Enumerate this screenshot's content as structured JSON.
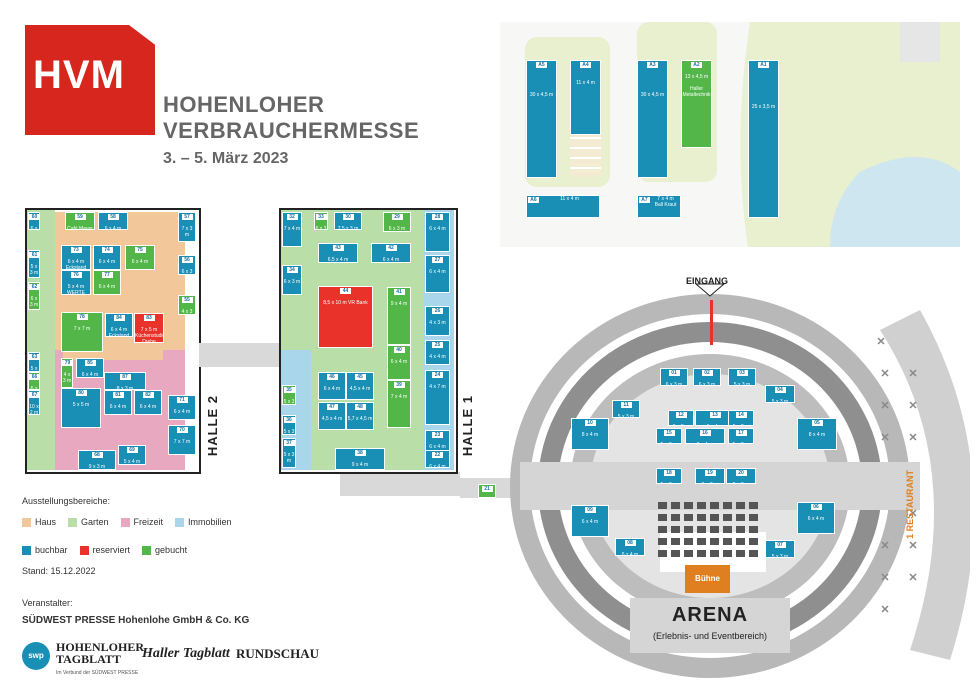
{
  "header": {
    "logo": "HVM",
    "title_line1": "HOHENLOHER",
    "title_line2": "VERBRAUCHERMESSE",
    "dates": "3. – 5. März 2023"
  },
  "halls": {
    "hall2": "HALLE 2",
    "hall1": "HALLE 1"
  },
  "entrance": "EINGANG",
  "restaurant": "1 RESTAURANT",
  "arena": {
    "title": "ARENA",
    "subtitle": "(Erlebnis- und Eventbereich)",
    "stage": "Bühne"
  },
  "legend": {
    "areas_title": "Ausstellungsbereiche:",
    "areas": [
      {
        "label": "Haus",
        "color": "#f2c79a"
      },
      {
        "label": "Garten",
        "color": "#b9dea8"
      },
      {
        "label": "Freizeit",
        "color": "#e7a8c0"
      },
      {
        "label": "Immobilien",
        "color": "#a9d6ea"
      }
    ],
    "status": [
      {
        "label": "buchbar",
        "color": "#1a8fb5"
      },
      {
        "label": "reserviert",
        "color": "#e8322a"
      },
      {
        "label": "gebucht",
        "color": "#52b748"
      }
    ],
    "stand": "Stand: 15.12.2022"
  },
  "organizer": {
    "title": "Veranstalter:",
    "name": "SÜDWEST PRESSE Hohenlohe GmbH & Co. KG"
  },
  "partners": {
    "swp": "swp",
    "tagblatt1": "HOHENLOHER",
    "tagblatt2": "TAGBLATT",
    "tagblatt_sub": "Im Verbund der SÜDWEST PRESSE",
    "haller": "Haller Tagblatt",
    "rundschau": "RUNDSCHAU"
  },
  "outdoor": {
    "A5": {
      "n": "A5",
      "t": "30 x 4,5 m"
    },
    "A4": {
      "n": "A4",
      "t": "11 x 4 m"
    },
    "A3": {
      "n": "A3",
      "t": "30 x 4,5 m"
    },
    "A2": {
      "n": "A2",
      "t": "13 x 4,5 m"
    },
    "A2b": {
      "t": "Haller Metaltechnik"
    },
    "A1": {
      "n": "A1",
      "t": "25 x 3,5 m"
    },
    "A6": {
      "n": "A6",
      "t": "11 x 4 m"
    },
    "A7": {
      "n": "A7",
      "t": "7 x 4 m"
    },
    "A7b": {
      "t": "Ball Kraut"
    }
  },
  "hall2_booths": [
    {
      "n": "60",
      "t": "6 x 5 m"
    },
    {
      "n": "59",
      "t": "Café Meyer"
    },
    {
      "n": "58",
      "t": "6 x 4 m Absatz"
    },
    {
      "n": "57",
      "t": "7 x 3 m"
    },
    {
      "n": "61",
      "t": "5 x 3 m"
    },
    {
      "n": "73",
      "t": "6 x 4 m Eckstand"
    },
    {
      "n": "74",
      "t": "6 x 4 m"
    },
    {
      "n": "75",
      "t": "6 x 4 m"
    },
    {
      "n": "56",
      "t": "6 x 3 m"
    },
    {
      "n": "62",
      "t": "6 x 3 m"
    },
    {
      "n": "76",
      "t": "5 x 4 m WERTE"
    },
    {
      "n": "77",
      "t": "6 x 4 m"
    },
    {
      "n": "55",
      "t": "4 x 3 m"
    },
    {
      "n": "78",
      "t": "7 x 7 m"
    },
    {
      "n": "84",
      "t": "6 x 4 m Eckstand"
    },
    {
      "n": "83",
      "t": "7 x 5 m Küchenstudio Drehe"
    },
    {
      "n": "63",
      "t": "5 x 3 m"
    },
    {
      "n": "66",
      "t": "6 x 4 m"
    },
    {
      "n": "79",
      "t": "4 x 3 m"
    },
    {
      "n": "85",
      "t": "6 x 4 m"
    },
    {
      "n": "87",
      "t": "8 x 3 m"
    },
    {
      "n": "67",
      "t": "10 x 2 m"
    },
    {
      "n": "80",
      "t": "5 x 5 m"
    },
    {
      "n": "81",
      "t": "6 x 4 m"
    },
    {
      "n": "82",
      "t": "6 x 4 m"
    },
    {
      "n": "71",
      "t": "6 x 4 m"
    },
    {
      "n": "70",
      "t": "7 x 7 m"
    },
    {
      "n": "69",
      "t": "5 x 4 m"
    },
    {
      "n": "68",
      "t": "9 x 3 m"
    }
  ],
  "hall1_booths": [
    {
      "n": "32",
      "t": "7 x 4 m"
    },
    {
      "n": "33",
      "t": "6 x 3 m"
    },
    {
      "n": "30",
      "t": "7,5 x 3 m"
    },
    {
      "n": "29",
      "t": "6 x 3 m"
    },
    {
      "n": "28",
      "t": "6 x 4 m"
    },
    {
      "n": "34",
      "t": "6 x 3 m"
    },
    {
      "n": "43",
      "t": "6,5 x 4 m"
    },
    {
      "n": "42",
      "t": "6 x 4 m"
    },
    {
      "n": "27",
      "t": "6 x 4 m"
    },
    {
      "n": "44",
      "t": "8,5 x 10 m VR Bank"
    },
    {
      "n": "41",
      "t": "9 x 4 m"
    },
    {
      "n": "26",
      "t": "4 x 3 m"
    },
    {
      "n": "40",
      "t": "6 x 4 m"
    },
    {
      "n": "25",
      "t": "4 x 4 m"
    },
    {
      "n": "35",
      "t": "5 x 3 m"
    },
    {
      "n": "46",
      "t": "6 x 4 m"
    },
    {
      "n": "45",
      "t": "4,5 x 4 m"
    },
    {
      "n": "39",
      "t": "7 x 4 m"
    },
    {
      "n": "24",
      "t": "4 x 7 m"
    },
    {
      "n": "36",
      "t": "5 x 3 m"
    },
    {
      "n": "47",
      "t": "4,5 x 4 m"
    },
    {
      "n": "48",
      "t": "5,7 x 4,5 m"
    },
    {
      "n": "23",
      "t": "6 x 4 m"
    },
    {
      "n": "37",
      "t": "5 x 3 m"
    },
    {
      "n": "38",
      "t": "9 x 4 m"
    },
    {
      "n": "22",
      "t": "6 x 4 m"
    }
  ],
  "arena_booths": [
    {
      "n": "01",
      "t": "6 x 3 m"
    },
    {
      "n": "02",
      "t": "6 x 3 m"
    },
    {
      "n": "03",
      "t": "5 x 3 m"
    },
    {
      "n": "04",
      "t": "5 x 3 m"
    },
    {
      "n": "05",
      "t": "8 x 4 m"
    },
    {
      "n": "06",
      "t": "6 x 4 m"
    },
    {
      "n": "07",
      "t": "5 x 3 m"
    },
    {
      "n": "08",
      "t": "6 x 4 m"
    },
    {
      "n": "09",
      "t": "6 x 4 m"
    },
    {
      "n": "10",
      "t": "8 x 4 m"
    },
    {
      "n": "11",
      "t": "5 x 3 m"
    },
    {
      "n": "12",
      "t": "5 x 3 m"
    },
    {
      "n": "13",
      "t": "6 x 4 m"
    },
    {
      "n": "14",
      "t": "5 x 3 m"
    },
    {
      "n": "15",
      "t": "5 x 3 m"
    },
    {
      "n": "16",
      "t": "6 x 4 m"
    },
    {
      "n": "17",
      "t": "5 x 3 m"
    },
    {
      "n": "18",
      "t": "5 x 3 m"
    },
    {
      "n": "19",
      "t": "6 x 3 m"
    },
    {
      "n": "20",
      "t": "5 x 3 m"
    },
    {
      "n": "21",
      "t": "6 x 4 m"
    }
  ]
}
